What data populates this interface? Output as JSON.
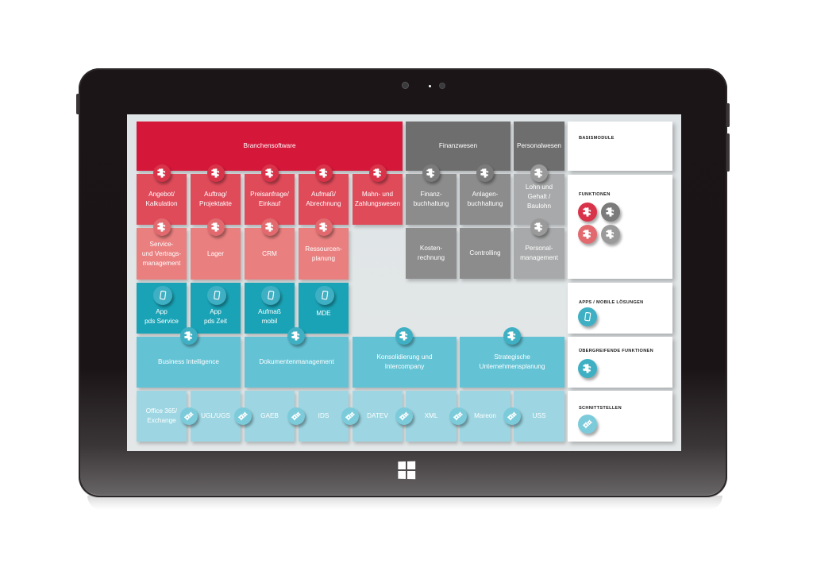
{
  "device": {
    "type": "tablet",
    "os_button": "windows-logo",
    "frame_color": "#1a1416"
  },
  "colors": {
    "branchensoftware": "#d5173a",
    "branchensoftware_module": "#e04b5a",
    "branchensoftware_module_light": "#ea7f7f",
    "finanz_personal": "#6e6e6f",
    "finanz_module": "#8c8c8d",
    "personal_module": "#a8a9aa",
    "apps": "#1aa3b6",
    "uebergreifend": "#63c3d5",
    "schnittstellen": "#9dd6e2"
  },
  "headers": {
    "branchensoftware": "Branchensoftware",
    "finanzwesen": "Finanzwesen",
    "personalwesen": "Personalwesen"
  },
  "modules_row1": [
    {
      "label": "Angebot/\nKalkulation",
      "icon": "puzzle-icon"
    },
    {
      "label": "Auftrag/\nProjektakte",
      "icon": "puzzle-icon"
    },
    {
      "label": "Preisanfrage/\nEinkauf",
      "icon": "puzzle-icon"
    },
    {
      "label": "Aufmaß/\nAbrechnung",
      "icon": "puzzle-icon"
    },
    {
      "label": "Mahn- und\nZahlungswesen",
      "icon": "puzzle-icon"
    },
    {
      "label": "Finanz-\nbuchhaltung",
      "icon": "puzzle-icon"
    },
    {
      "label": "Anlagen-\nbuchhaltung",
      "icon": "puzzle-icon"
    },
    {
      "label": "Lohn und\nGehalt /\nBaulohn",
      "icon": "puzzle-icon"
    }
  ],
  "modules_row2": [
    {
      "label": "Service-\nund Vertrags-\nmanagement",
      "icon": "puzzle-icon"
    },
    {
      "label": "Lager",
      "icon": "puzzle-icon"
    },
    {
      "label": "CRM",
      "icon": "puzzle-icon"
    },
    {
      "label": "Ressourcen-\nplanung",
      "icon": "puzzle-icon"
    },
    {
      "label": "Kosten-\nrechnung"
    },
    {
      "label": "Controlling"
    },
    {
      "label": "Personal-\nmanagement",
      "icon": "puzzle-icon"
    }
  ],
  "apps": [
    {
      "label": "App\npds Service",
      "icon": "mobile-icon"
    },
    {
      "label": "App\npds Zeit",
      "icon": "mobile-icon"
    },
    {
      "label": "Aufmaß\nmobil",
      "icon": "mobile-icon"
    },
    {
      "label": "MDE",
      "icon": "mobile-icon"
    }
  ],
  "cross_functions": [
    {
      "label": "Business Intelligence",
      "icon": "puzzle-icon"
    },
    {
      "label": "Dokumentenmanagement",
      "icon": "puzzle-icon"
    },
    {
      "label": "Konsolidierung und\nIntercompany",
      "icon": "puzzle-icon"
    },
    {
      "label": "Strategische\nUnternehmensplanung",
      "icon": "puzzle-icon"
    }
  ],
  "interfaces": [
    {
      "label": "Office 365/\nExchange",
      "icon": "gears-icon"
    },
    {
      "label": "UGL/UGS",
      "icon": "gears-icon"
    },
    {
      "label": "GAEB",
      "icon": "gears-icon"
    },
    {
      "label": "IDS",
      "icon": "gears-icon"
    },
    {
      "label": "DATEV",
      "icon": "gears-icon"
    },
    {
      "label": "XML",
      "icon": "gears-icon"
    },
    {
      "label": "Mareon",
      "icon": "gears-icon"
    },
    {
      "label": "USS"
    }
  ],
  "legend": [
    {
      "title": "BASISMODULE"
    },
    {
      "title": "FUNKTIONEN",
      "icons": [
        "puzzle-red",
        "puzzle-gray",
        "puzzle-red-light",
        "puzzle-gray-light"
      ]
    },
    {
      "title": "APPS / MOBILE LÖSUNGEN",
      "icons": [
        "mobile-teal"
      ]
    },
    {
      "title": "ÜBERGREIFENDE FUNKTIONEN",
      "icons": [
        "puzzle-teal"
      ]
    },
    {
      "title": "SCHNITTSTELLEN",
      "icons": [
        "gears-teal-light"
      ]
    }
  ]
}
